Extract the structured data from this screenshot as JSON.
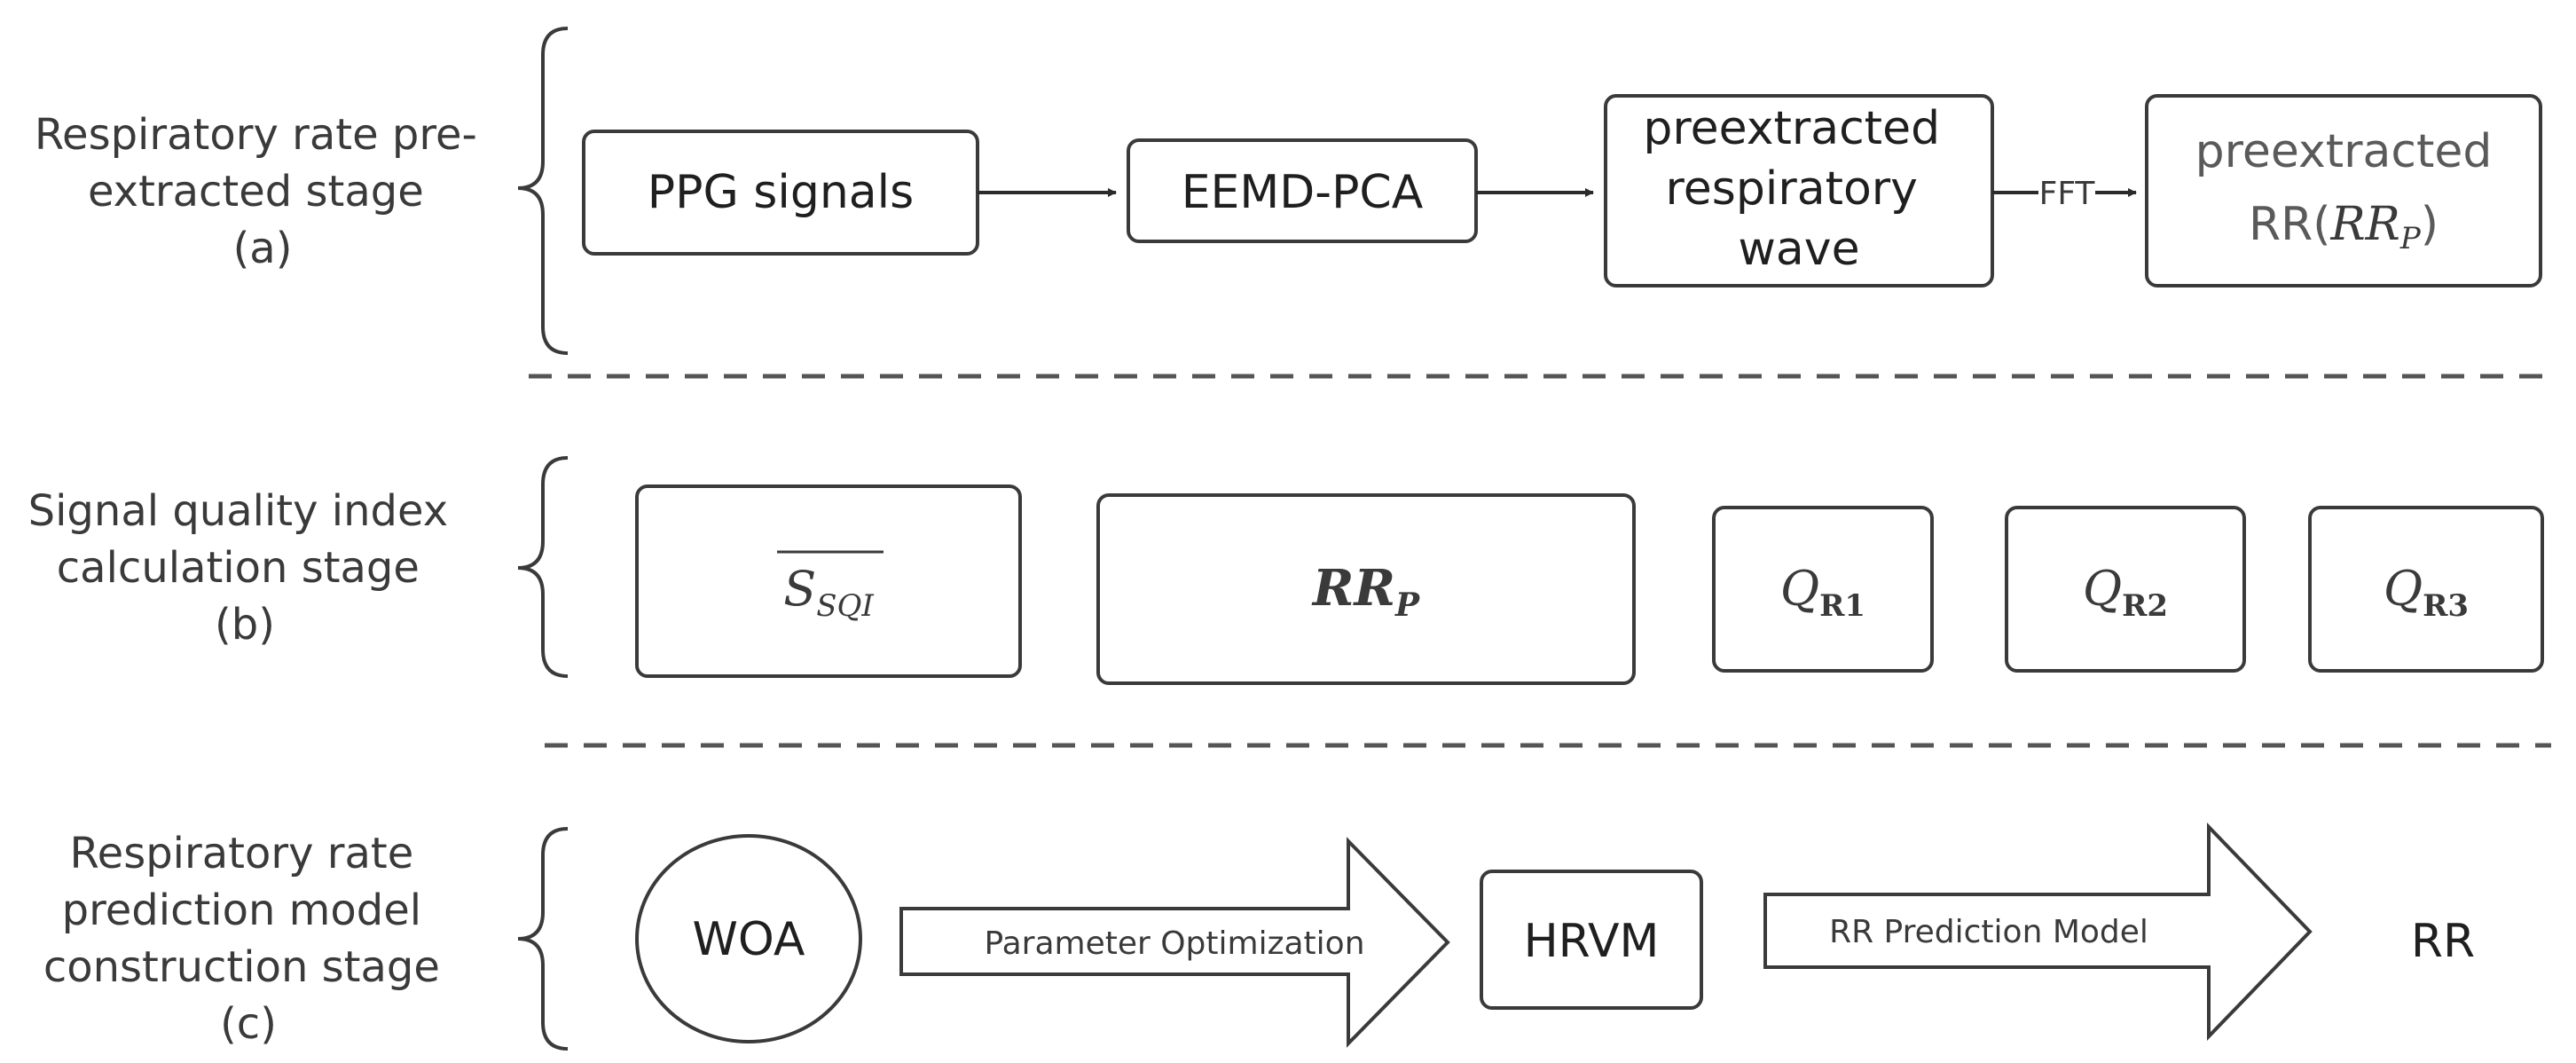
{
  "stages": {
    "a": {
      "label_lines": [
        "Respiratory rate pre-",
        "extracted stage",
        "(a)"
      ],
      "boxes": {
        "ppg": "PPG signals",
        "eemd": "EEMD-PCA",
        "wave": [
          "preextracted",
          "respiratory",
          "wave"
        ],
        "rrp_line1": "preextracted",
        "rrp_prefix": "RR(",
        "rrp_math": "RR",
        "rrp_sub": "P",
        "rrp_suffix": ")"
      },
      "fft_label": "FFT"
    },
    "b": {
      "label_lines": [
        "Signal quality index",
        "calculation stage",
        "(b)"
      ],
      "boxes": {
        "ssqi_main": "S",
        "ssqi_sub": "SQI",
        "rrp_main": "RR",
        "rrp_sub": "P",
        "q_main": "Q",
        "qr1_sub": "R1",
        "qr2_sub": "R2",
        "qr3_sub": "R3"
      }
    },
    "c": {
      "label_lines": [
        "Respiratory rate",
        "prediction model",
        "construction stage",
        "(c)"
      ],
      "woa": "WOA",
      "param_opt": "Parameter Optimization",
      "hrvm": "HRVM",
      "rr_model": "RR Prediction Model",
      "rr_output": "RR"
    }
  },
  "colors": {
    "stroke": "#3a3a3a",
    "text": "#1f1f1f",
    "dashed_separator": "#555555"
  }
}
